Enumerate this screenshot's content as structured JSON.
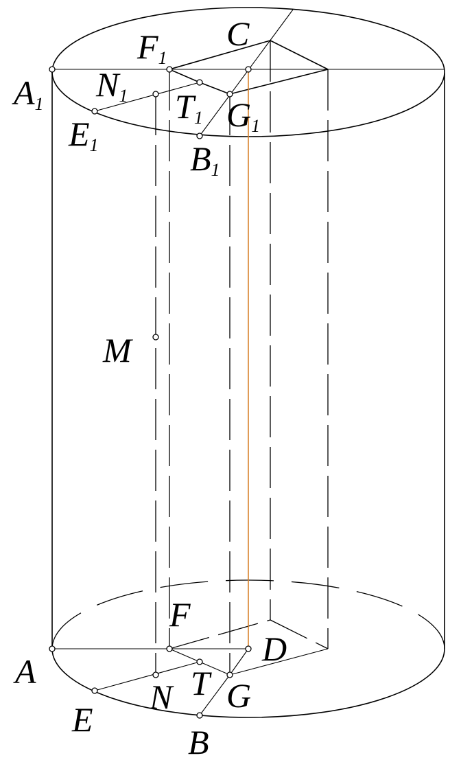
{
  "labels": {
    "A1": {
      "main": "A",
      "sub": "1"
    },
    "F1": {
      "main": "F",
      "sub": "1"
    },
    "C": {
      "main": "C"
    },
    "N1": {
      "main": "N",
      "sub": "1"
    },
    "T1": {
      "main": "T",
      "sub": "1"
    },
    "G1": {
      "main": "G",
      "sub": "1"
    },
    "E1": {
      "main": "E",
      "sub": "1"
    },
    "B1": {
      "main": "B",
      "sub": "1"
    },
    "M": {
      "main": "M"
    },
    "F": {
      "main": "F"
    },
    "D": {
      "main": "D"
    },
    "A": {
      "main": "A"
    },
    "T": {
      "main": "T"
    },
    "N": {
      "main": "N"
    },
    "G": {
      "main": "G"
    },
    "E": {
      "main": "E"
    },
    "B": {
      "main": "B"
    }
  },
  "colors": {
    "line": "#000000",
    "axis": "#d9822b",
    "point_fill": "#ffffff"
  }
}
